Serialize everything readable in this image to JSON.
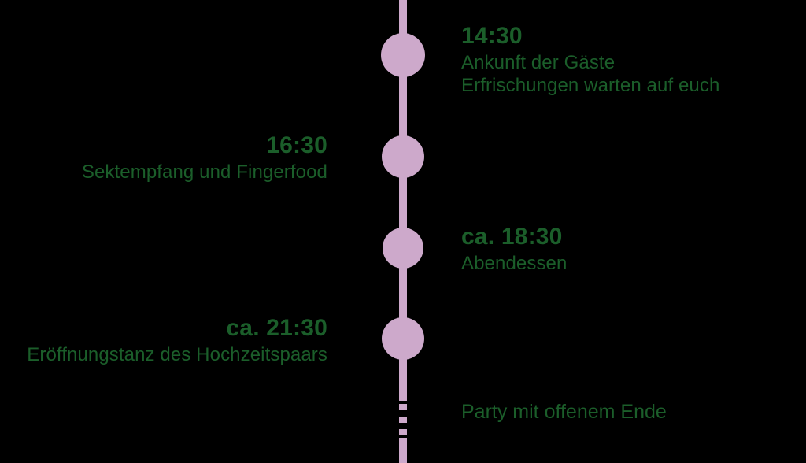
{
  "page": {
    "title": "Hochzeits-Tagesablauf Zeitstrahl",
    "background_color": "#000000",
    "accent_color": "#cda9cb",
    "text_color": "#1b5e2a"
  },
  "timeline": {
    "entries": [
      {
        "time": "14:30",
        "lines": [
          "Ankunft der Gäste",
          "Erfrischungen warten auf euch"
        ],
        "side": "right",
        "has_node": true
      },
      {
        "time": "16:30",
        "lines": [
          "Sektempfang und Fingerfood"
        ],
        "side": "left",
        "has_node": true
      },
      {
        "time": "ca. 18:30",
        "lines": [
          "Abendessen"
        ],
        "side": "right",
        "has_node": true
      },
      {
        "time": "ca. 21:30",
        "lines": [
          "Eröffnungstanz des Hochzeitspaars"
        ],
        "side": "left",
        "has_node": true
      },
      {
        "time": "",
        "lines": [
          "Party mit offenem Ende"
        ],
        "side": "right",
        "has_node": false
      }
    ]
  }
}
